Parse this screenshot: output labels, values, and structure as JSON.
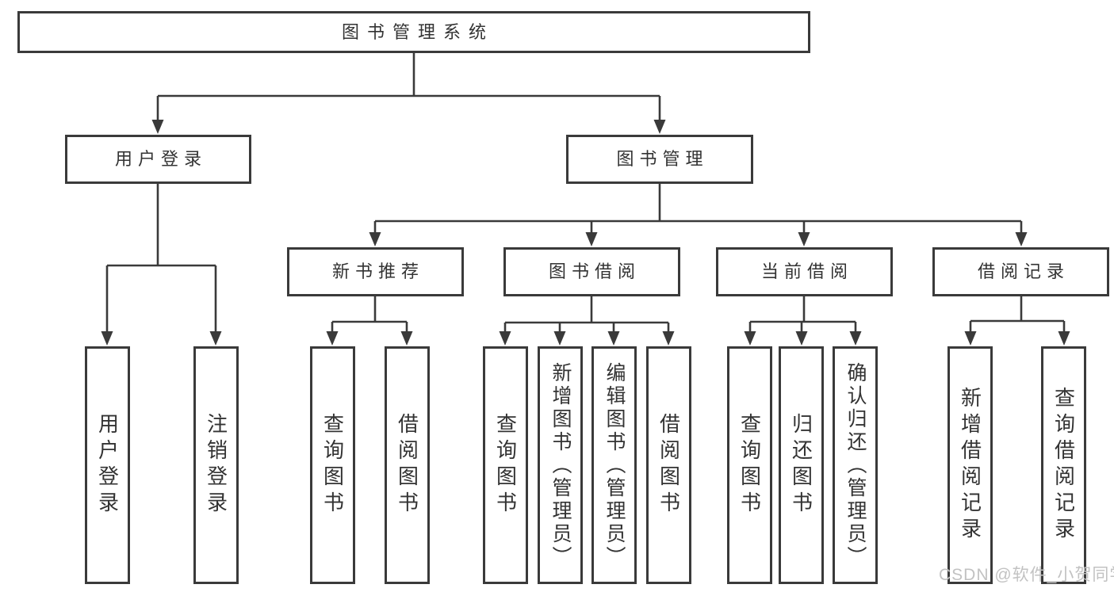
{
  "diagram": {
    "root": {
      "label": "图书管理系统"
    },
    "level2": [
      {
        "label": "用户登录"
      },
      {
        "label": "图书管理"
      }
    ],
    "level3": [
      {
        "label": "新书推荐"
      },
      {
        "label": "图书借阅"
      },
      {
        "label": "当前借阅"
      },
      {
        "label": "借阅记录"
      }
    ],
    "leaves": [
      {
        "label": "用户登录"
      },
      {
        "label": "注销登录"
      },
      {
        "label": "查询图书"
      },
      {
        "label": "借阅图书"
      },
      {
        "label": "查询图书"
      },
      {
        "label": "新增图书（管理员）"
      },
      {
        "label": "编辑图书（管理员）"
      },
      {
        "label": "借阅图书"
      },
      {
        "label": "查询图书"
      },
      {
        "label": "归还图书"
      },
      {
        "label": "确认归还（管理员）"
      },
      {
        "label": "新增借阅记录"
      },
      {
        "label": "查询借阅记录"
      }
    ],
    "watermark": "CSDN @软件_小贺同学",
    "colors": {
      "line": "#3a3a3a",
      "text": "#333333",
      "watermark": "#c2c2c2",
      "background": "#ffffff"
    }
  }
}
